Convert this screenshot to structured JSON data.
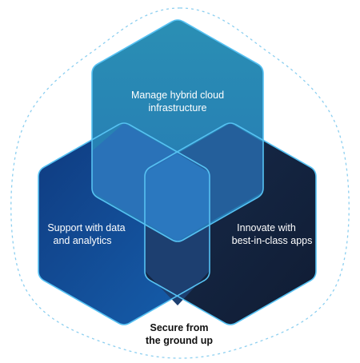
{
  "diagram": {
    "top_hex": {
      "line1": "Manage hybrid cloud",
      "line2": "infrastructure"
    },
    "left_hex": {
      "line1": "Support with data",
      "line2": "and analytics"
    },
    "right_hex": {
      "line1": "Innovate with",
      "line2": "best-in-class apps"
    },
    "bottom": {
      "line1": "Secure from",
      "line2": "the ground up"
    }
  },
  "colors": {
    "top_hex": "#2e8fb3",
    "left_hex": "#0f3f86",
    "right_hex": "#13223e",
    "outline_light": "#56c1f2",
    "outline_dashed": "#8ccff0",
    "center_overlap": "#2a73b8"
  }
}
